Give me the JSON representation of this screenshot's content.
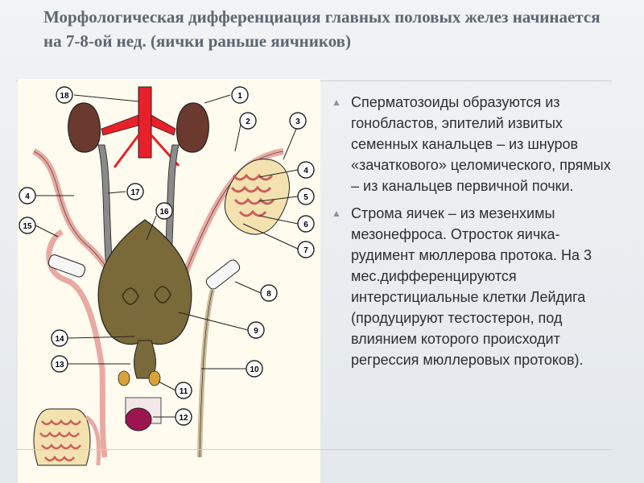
{
  "slide": {
    "title": "Морфологическая дифференциация главных половых желез начинается на 7-8-ой нед. (яички раньше яичников)"
  },
  "figure": {
    "callouts": [
      "1",
      "2",
      "3",
      "4",
      "4",
      "5",
      "6",
      "7",
      "8",
      "9",
      "10",
      "11",
      "12",
      "13",
      "14",
      "15",
      "16",
      "17",
      "18"
    ]
  },
  "bullets": [
    {
      "text": "Сперматозоиды образуются из гонобластов, эпителий извитых семенных канальцев – из шнуров «зачаткового» целомического, прямых – из канальцев первичной почки."
    },
    {
      "text": "Строма яичек – из мезенхимы мезонефроса. Отросток яичка- рудимент мюллерова протока. На 3 мес.дифференцируются интерстициальные клетки Лейдига (продуцируют тестостерон, под влиянием которого происходит регрессия мюллеровых протоков)."
    }
  ],
  "colors": {
    "title": "#5e6671",
    "text": "#2e2e2e",
    "bullet_marker": "#8e8f9c",
    "figure_bg": "#fffbee",
    "kidney": "#6b3a2e",
    "artery": "#e8202a",
    "duct_pink": "#e9a9a3",
    "ureter_gray": "#8a8a8a",
    "bladder": "#7a6a3a",
    "testis": "#f3e2b0",
    "bulb": "#9c1450"
  }
}
